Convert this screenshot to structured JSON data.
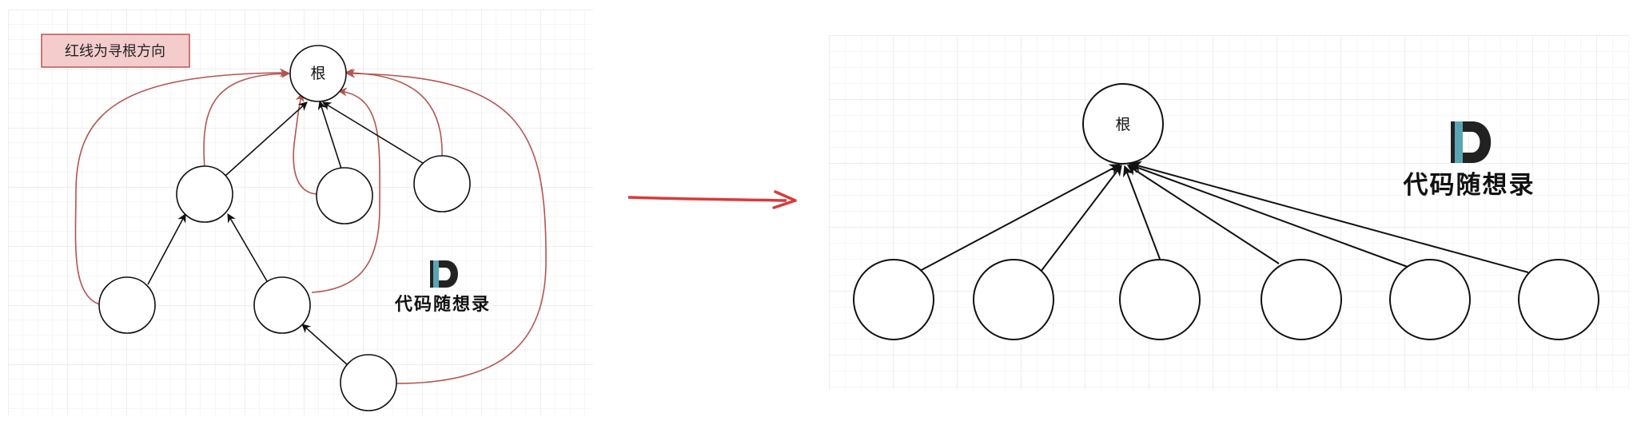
{
  "legend": {
    "label": "红线为寻根方向"
  },
  "left_diagram": {
    "root_label": "根"
  },
  "right_diagram": {
    "root_label": "根"
  },
  "logo": {
    "letter": "D",
    "text": "代码随想录"
  },
  "colors": {
    "red_path": "#b5534f",
    "arrow_red": "#d93a3a",
    "legend_fill": "#f4cccc",
    "legend_border": "#b85450",
    "logo_teal": "#5aa5b4",
    "logo_dark": "#222222"
  }
}
